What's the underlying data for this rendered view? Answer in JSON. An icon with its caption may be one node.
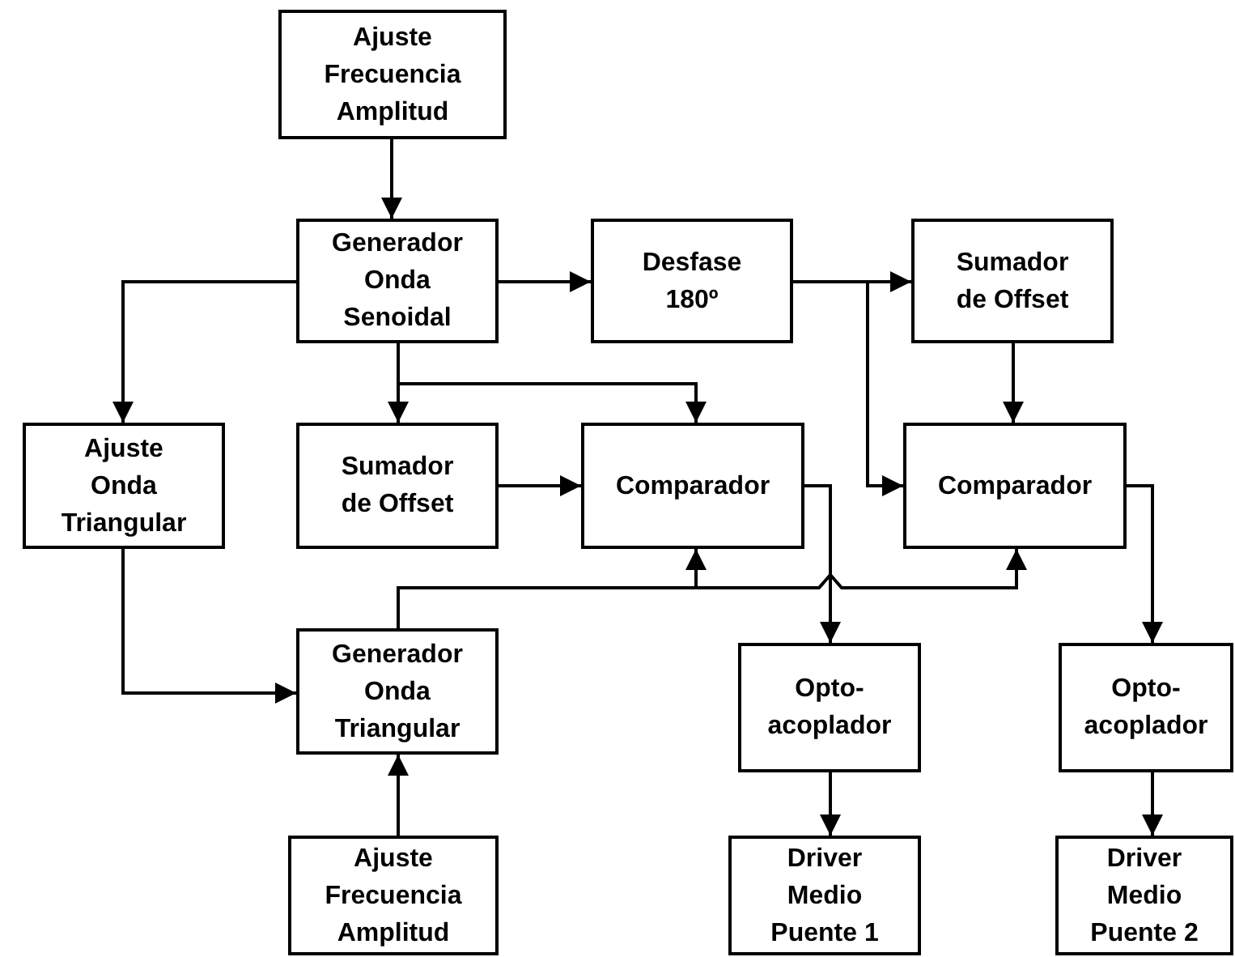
{
  "diagram": {
    "nodes": [
      {
        "text": [
          "Ajuste Frecuencia Amplitud"
        ]
      },
      {
        "text": [
          "Generador Onda Senoidal"
        ]
      },
      {
        "text": [
          "Desfase 180º"
        ]
      },
      {
        "text": [
          "Sumador de Offset"
        ]
      },
      {
        "text": [
          "Ajuste Onda Triangular"
        ]
      },
      {
        "text": [
          "Sumador de Offset"
        ]
      },
      {
        "text": [
          "Comparador"
        ]
      },
      {
        "text": [
          "Comparador"
        ]
      },
      {
        "text": [
          "Generador Onda Triangular"
        ]
      },
      {
        "text": [
          "Opto-acoplador"
        ]
      },
      {
        "text": [
          "Opto-acoplador"
        ]
      },
      {
        "text": [
          "Ajuste Frecuencia Amplitud"
        ]
      },
      {
        "text": [
          "Driver Medio Puente 1"
        ]
      },
      {
        "text": [
          "Driver Medio Puente 2"
        ]
      }
    ],
    "edges": [
      {
        "from": 0,
        "to": 1,
        "arrow": "to"
      },
      {
        "from": 1,
        "to": 2,
        "arrow": "to"
      },
      {
        "from": 1,
        "to": 4,
        "arrow": "to"
      },
      {
        "from": 1,
        "to": 5,
        "arrow": "to"
      },
      {
        "from": 1,
        "to": 6,
        "arrow": "to"
      },
      {
        "from": 2,
        "to": 3,
        "arrow": "to"
      },
      {
        "from": 2,
        "to": 7,
        "arrow": "to"
      },
      {
        "from": 3,
        "to": 7,
        "arrow": "to"
      },
      {
        "from": 5,
        "to": 6,
        "arrow": "to"
      },
      {
        "from": 6,
        "to": 9,
        "arrow": "to"
      },
      {
        "from": 7,
        "to": 10,
        "arrow": "to"
      },
      {
        "from": 4,
        "to": 8,
        "arrow": "to"
      },
      {
        "from": 8,
        "to": 6,
        "arrow": "to"
      },
      {
        "from": 8,
        "to": 7,
        "arrow": "to"
      },
      {
        "from": 11,
        "to": 8,
        "arrow": "to"
      },
      {
        "from": 9,
        "to": 12,
        "arrow": "to"
      },
      {
        "from": 10,
        "to": 13,
        "arrow": "to"
      }
    ]
  }
}
